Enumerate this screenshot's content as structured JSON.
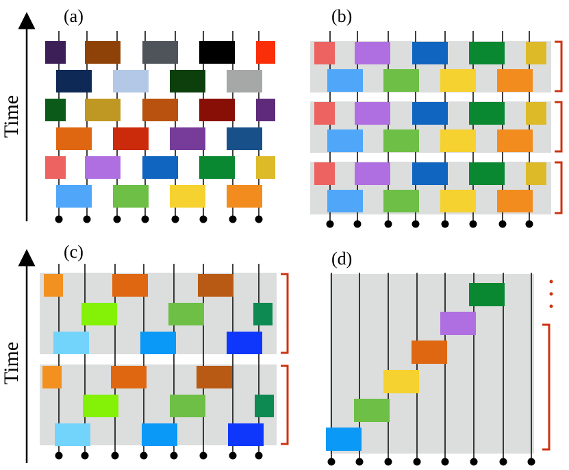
{
  "figure": {
    "time_label_top": "Time",
    "time_label_bottom": "Time"
  },
  "panels": {
    "a": {
      "label": "(a)",
      "rows": [
        [
          "#3b1f56",
          "#8e4208",
          "#4f545a",
          "#000000",
          "#fb2e0a"
        ],
        [
          "#0f2956",
          "#b3c8e7",
          "#0c3f0b",
          "#a5a8a6"
        ],
        [
          "#0c5a1a",
          "#bf9823",
          "#b8520e",
          "#880f05",
          "#5e2b7a"
        ],
        [
          "#df6711",
          "#cb2a0b",
          "#773c9a",
          "#18508a"
        ],
        [
          "#ed6361",
          "#b06fe0",
          "#1065c0",
          "#098731",
          "#dcba28"
        ],
        [
          "#50a7fa",
          "#6dbf45",
          "#f5d22f",
          "#f28c1f"
        ]
      ]
    },
    "b": {
      "label": "(b)",
      "row_top": [
        "#ed6361",
        "#b06fe0",
        "#1065c0",
        "#098731",
        "#dcba28"
      ],
      "row_bottom": [
        "#50a7fa",
        "#6dbf45",
        "#f5d22f",
        "#f28c1f"
      ]
    },
    "c": {
      "label": "(c)",
      "row_1": [
        "#f29020",
        "#df6711",
        "#b85a14"
      ],
      "row_2": [
        "#84f206",
        "#6dbf45",
        "#0c8a52"
      ],
      "row_3": [
        "#72d4fb",
        "#0b99f7",
        "#0e37fb"
      ]
    },
    "d": {
      "label": "(d)",
      "staircase": [
        "#0b99f7",
        "#6dbf45",
        "#f5d22f",
        "#df6711",
        "#b06fe0",
        "#098731"
      ]
    }
  },
  "colors": {
    "background_band": "#dcdddd",
    "bracket": "#cc3311",
    "wire": "#000000",
    "qubit_dot": "#000000"
  }
}
